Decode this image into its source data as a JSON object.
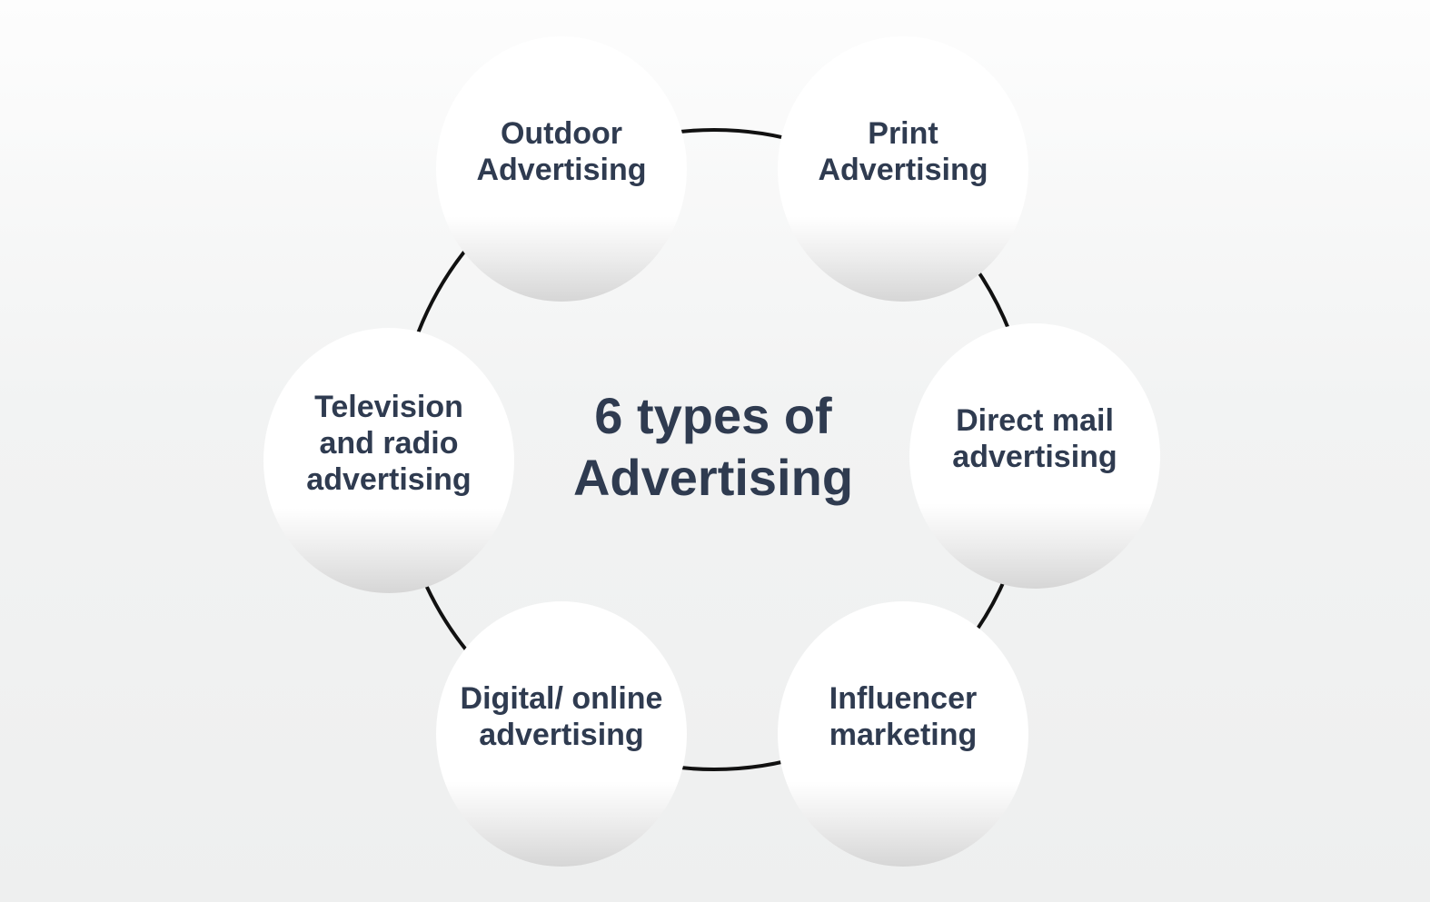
{
  "diagram": {
    "title": "6 types of\nAdvertising",
    "colors": {
      "text": "#2f3b50",
      "ring": "#111111"
    },
    "nodes": [
      {
        "label": "Outdoor\nAdvertising"
      },
      {
        "label": "Print\nAdvertising"
      },
      {
        "label": "Direct mail\nadvertising"
      },
      {
        "label": "Influencer\nmarketing"
      },
      {
        "label": "Digital/ online\nadvertising"
      },
      {
        "label": "Television\nand radio\nadvertising"
      }
    ]
  }
}
